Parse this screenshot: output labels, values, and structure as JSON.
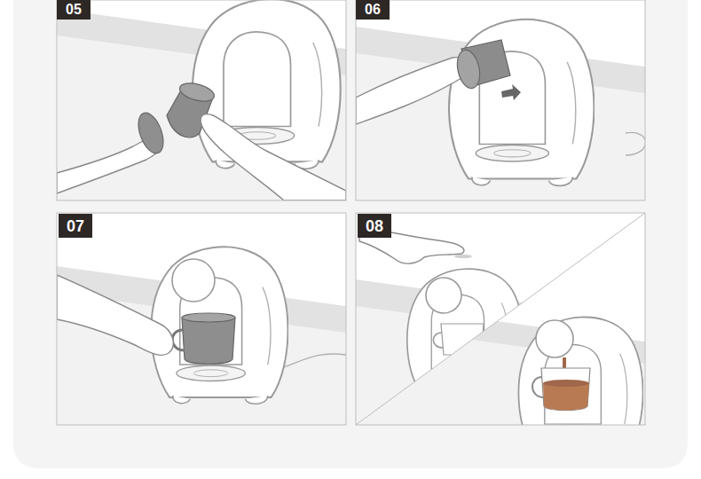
{
  "diagram": {
    "nodes": [
      {
        "text": [
          "05"
        ]
      },
      {
        "text": [
          "06"
        ]
      },
      {
        "text": [
          "07"
        ]
      },
      {
        "text": [
          "08"
        ]
      }
    ]
  }
}
